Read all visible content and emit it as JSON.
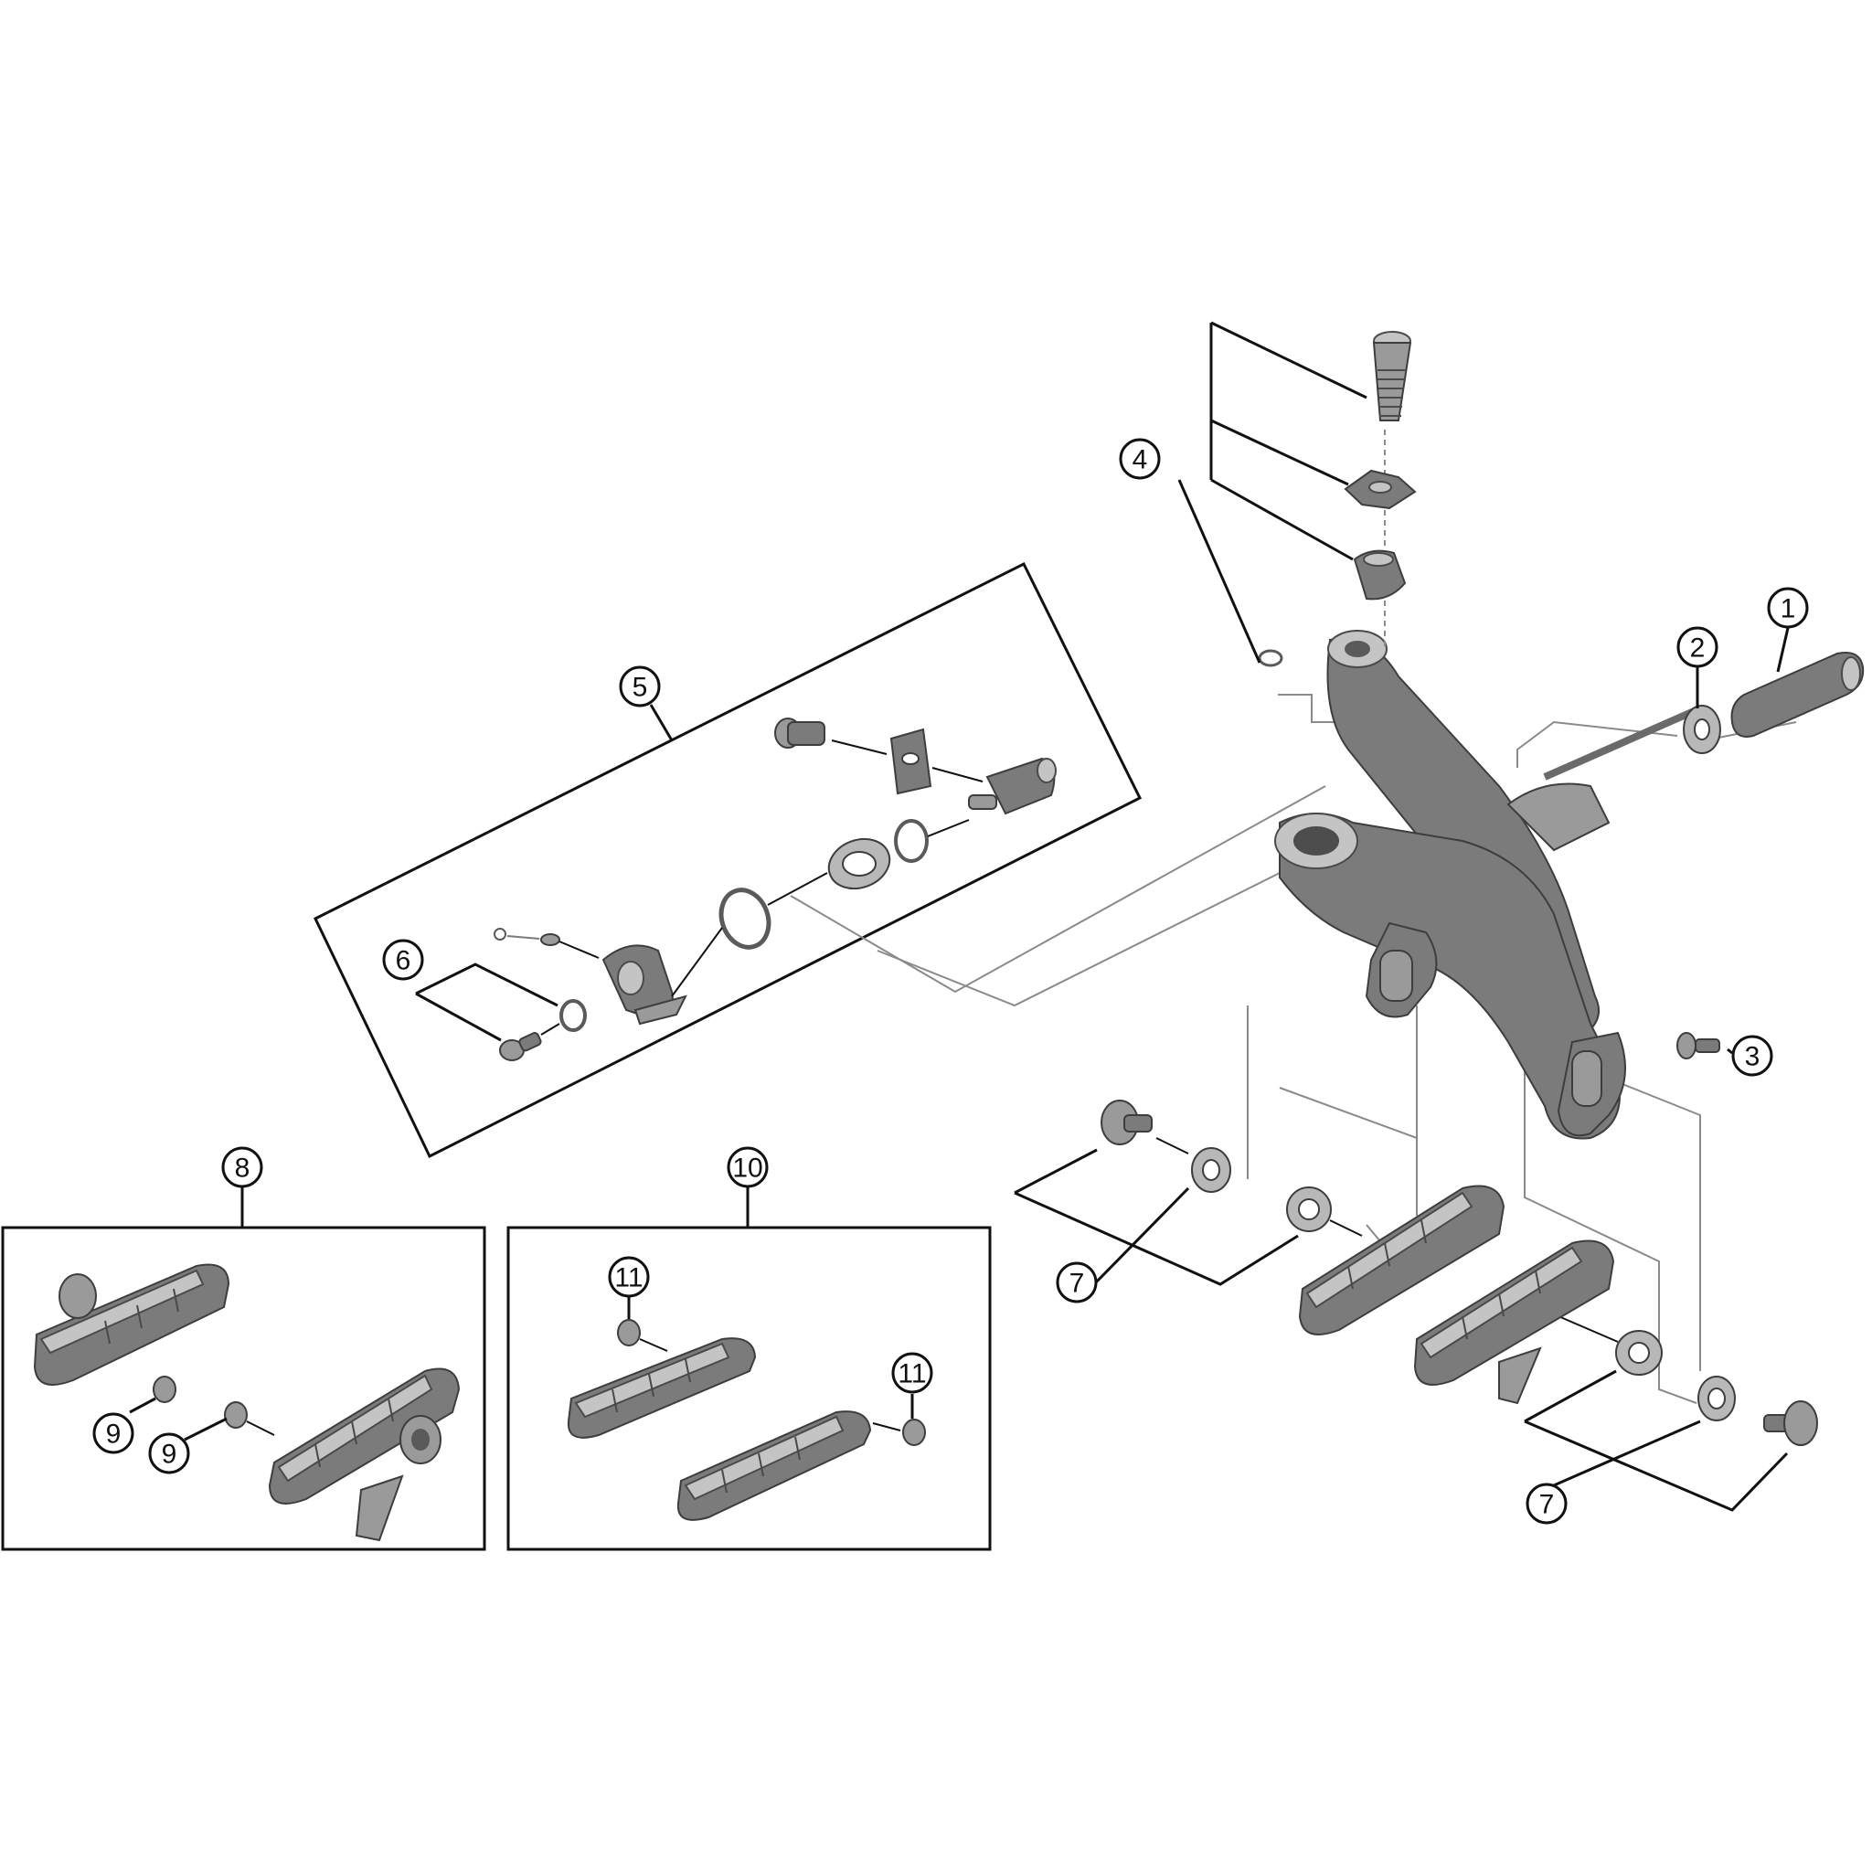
{
  "diagram": {
    "callouts": {
      "c1": "1",
      "c2": "2",
      "c3": "3",
      "c4": "4",
      "c5": "5",
      "c6": "6",
      "c7a": "7",
      "c7b": "7",
      "c8": "8",
      "c9a": "9",
      "c9b": "9",
      "c10": "10",
      "c11a": "11",
      "c11b": "11"
    },
    "colors": {
      "part_fill": "#7b7b7b",
      "part_highlight": "#c4c4c4",
      "line": "#111111",
      "guide": "#8a8a8a"
    }
  }
}
